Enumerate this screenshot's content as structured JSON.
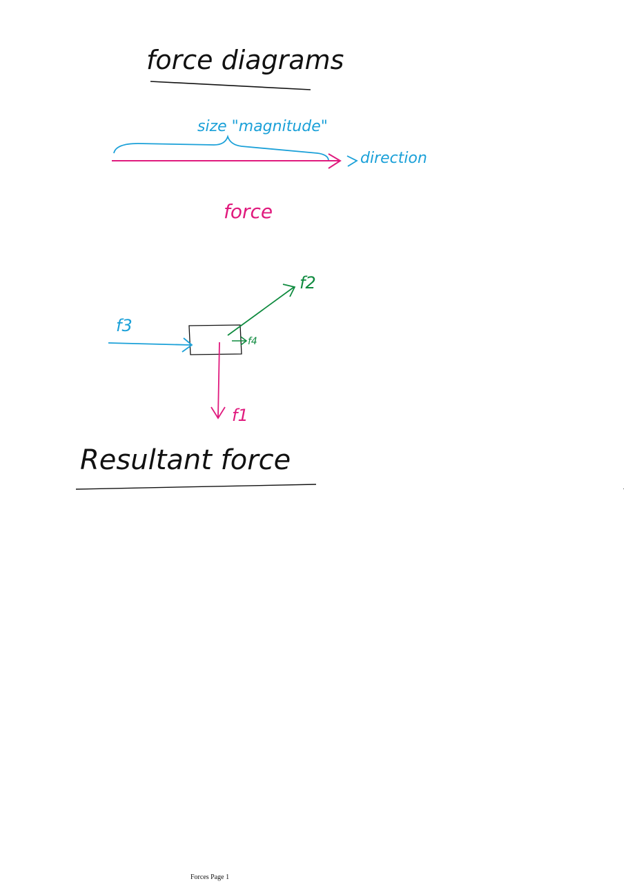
{
  "heading": "force diagrams",
  "magnitude_label": "size \"magnitude\"",
  "direction_label": "direction",
  "force_label": "force",
  "diagram": {
    "f1_label": "f1",
    "f2_label": "f2",
    "f3_label": "f3",
    "f4_label": "f4"
  },
  "subheading": "Resultant force",
  "footer": "Forces Page 1",
  "colors": {
    "ink": "#111111",
    "blue": "#1aa0d8",
    "pink": "#e0197d",
    "green": "#0e8a3e"
  }
}
